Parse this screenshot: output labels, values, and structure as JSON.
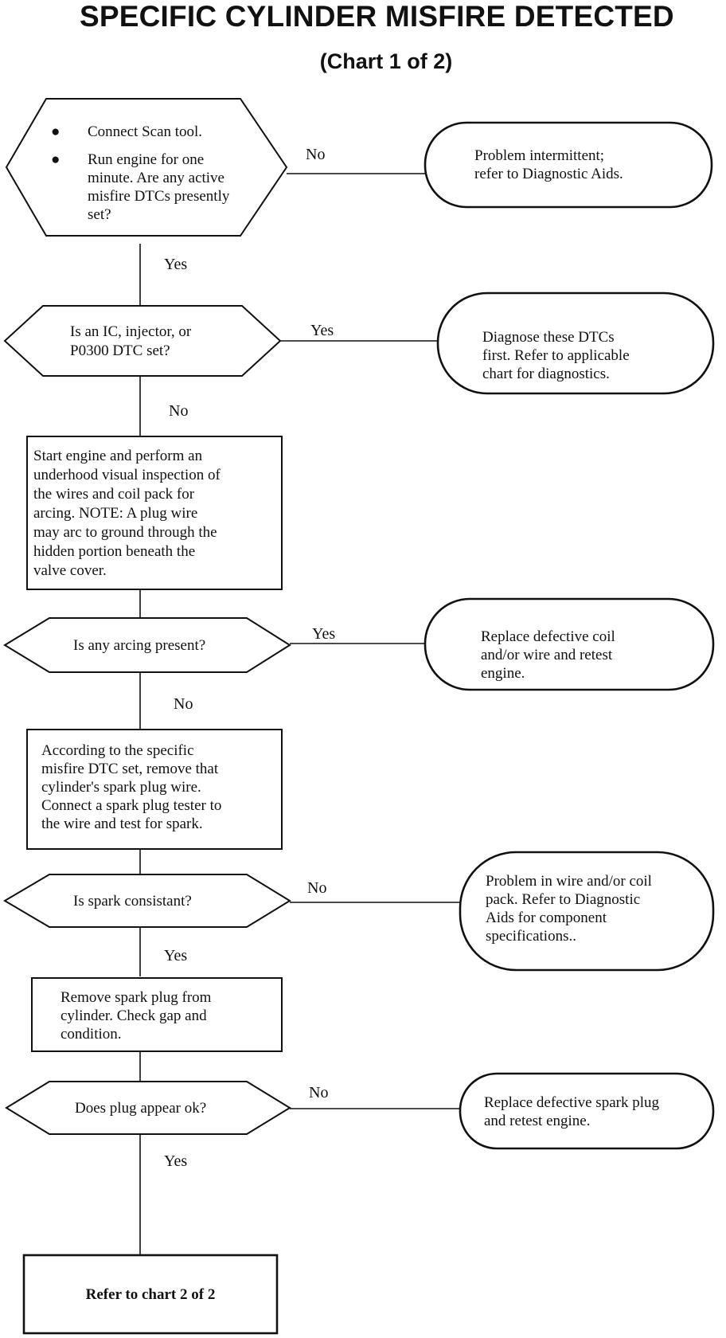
{
  "title": "SPECIFIC CYLINDER MISFIRE DETECTED",
  "subtitle": "(Chart 1 of 2)",
  "colors": {
    "ink": "#111111",
    "background": "#ffffff"
  },
  "steps": {
    "d1": {
      "bullets": [
        [
          "Connect Scan tool."
        ],
        [
          "Run engine for one",
          "minute. Are any active",
          "misfire DTCs presently",
          "set?"
        ]
      ],
      "yes_label": "Yes",
      "no_label": "No",
      "no_result": [
        "Problem intermittent;",
        "refer to Diagnostic Aids."
      ]
    },
    "d2": {
      "question": [
        "Is an IC, injector, or",
        "P0300 DTC set?"
      ],
      "yes_label": "Yes",
      "no_label": "No",
      "yes_result": [
        "Diagnose these DTCs",
        "first. Refer to applicable",
        "chart for diagnostics."
      ]
    },
    "b1": {
      "text": [
        "Start engine and perform an",
        "underhood visual inspection of",
        "the wires and coil pack for",
        "arcing. NOTE: A plug wire",
        "may arc to ground through the",
        "hidden portion beneath the",
        "valve cover."
      ]
    },
    "d3": {
      "question": [
        "Is any arcing present?"
      ],
      "yes_label": "Yes",
      "no_label": "No",
      "yes_result": [
        "Replace defective coil",
        "and/or wire and retest",
        "engine."
      ]
    },
    "b2": {
      "text": [
        "According to the specific",
        "misfire DTC set, remove that",
        "cylinder's spark plug wire.",
        "Connect a spark plug tester to",
        "the wire and test for spark."
      ]
    },
    "d4": {
      "question": [
        "Is spark consistant?"
      ],
      "yes_label": "Yes",
      "no_label": "No",
      "no_result": [
        "Problem in wire and/or coil",
        "pack. Refer to Diagnostic",
        "Aids for component",
        "specifications.."
      ]
    },
    "b3": {
      "text": [
        "Remove spark plug from",
        "cylinder. Check gap and",
        "condition."
      ]
    },
    "d5": {
      "question": [
        "Does plug appear ok?"
      ],
      "yes_label": "Yes",
      "no_label": "No",
      "no_result": [
        "Replace defective spark plug",
        "and retest engine."
      ]
    },
    "end": {
      "text": "Refer to chart 2 of 2"
    }
  }
}
